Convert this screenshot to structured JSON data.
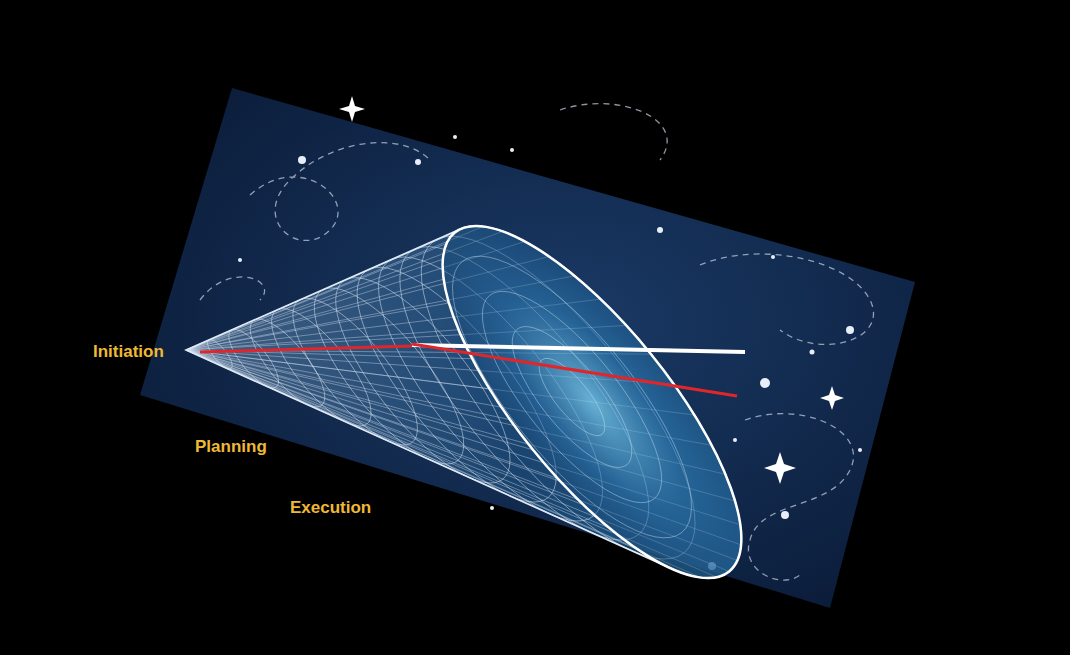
{
  "diagram": {
    "labels": [
      "Initiation",
      "Planning",
      "Execution"
    ]
  }
}
